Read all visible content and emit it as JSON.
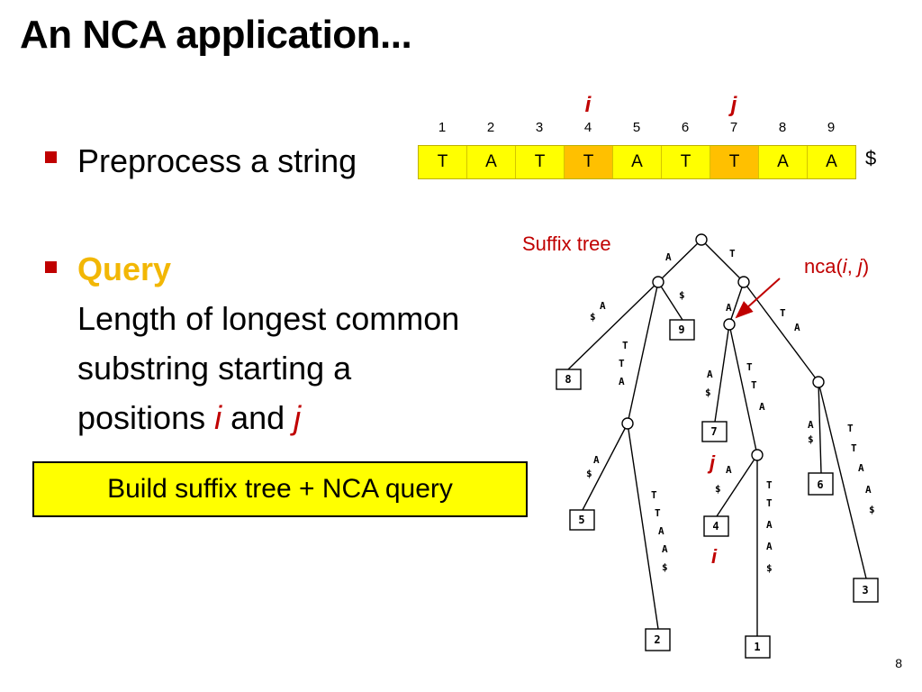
{
  "slide": {
    "title": "An NCA application...",
    "page_number": "8"
  },
  "bullets": {
    "preprocess": "Preprocess a string",
    "query_label": "Query",
    "query_line1": "Length of longest common",
    "query_line2": "substring starting a",
    "query_line3_a": "positions ",
    "query_i": "i",
    "query_line3_b": " and ",
    "query_j": "j"
  },
  "string_display": {
    "indices": [
      "1",
      "2",
      "3",
      "4",
      "5",
      "6",
      "7",
      "8",
      "9"
    ],
    "chars": [
      "T",
      "A",
      "T",
      "T",
      "A",
      "T",
      "T",
      "A",
      "A"
    ],
    "highlighted": [
      4,
      7
    ],
    "terminator": "$",
    "i_label": "i",
    "j_label": "j"
  },
  "callout": {
    "text": "Build suffix tree + NCA query"
  },
  "tree": {
    "title": "Suffix tree",
    "nca_prefix": "nca(",
    "nca_i": "i",
    "nca_sep": ", ",
    "nca_j": "j",
    "nca_suffix": ")",
    "leaf_labels": [
      "1",
      "2",
      "3",
      "4",
      "5",
      "6",
      "7",
      "8",
      "9"
    ],
    "edge_labels": {
      "root_left": "A",
      "root_right": "T",
      "a_dollar": "$",
      "a_to_8_1": "$",
      "a_to_8_2": "A",
      "a_to_b_1": "T",
      "a_to_b_2": "T",
      "a_to_b_3": "A",
      "b_to_5_1": "A",
      "b_to_5_2": "$",
      "b_to_2": [
        "T",
        "T",
        "A",
        "A",
        "$"
      ],
      "c_to_d": "A",
      "c_to_e_1": "T",
      "c_to_e_2": "A",
      "d_to_7_1": "A",
      "d_to_7_2": "$",
      "d_to_f": [
        "T",
        "T",
        "A"
      ],
      "f_to_4_1": "A",
      "f_to_4_2": "$",
      "f_to_1": [
        "T",
        "T",
        "A",
        "A",
        "$"
      ],
      "e_to_6_1": "A",
      "e_to_6_2": "$",
      "e_to_3": [
        "T",
        "T",
        "A",
        "A",
        "$"
      ]
    },
    "marker_i": "i",
    "marker_j": "j"
  },
  "colors": {
    "accent_red": "#c00000",
    "query_gold": "#f2b705",
    "cell_yellow": "#ffff00",
    "cell_orange": "#ffc000"
  }
}
